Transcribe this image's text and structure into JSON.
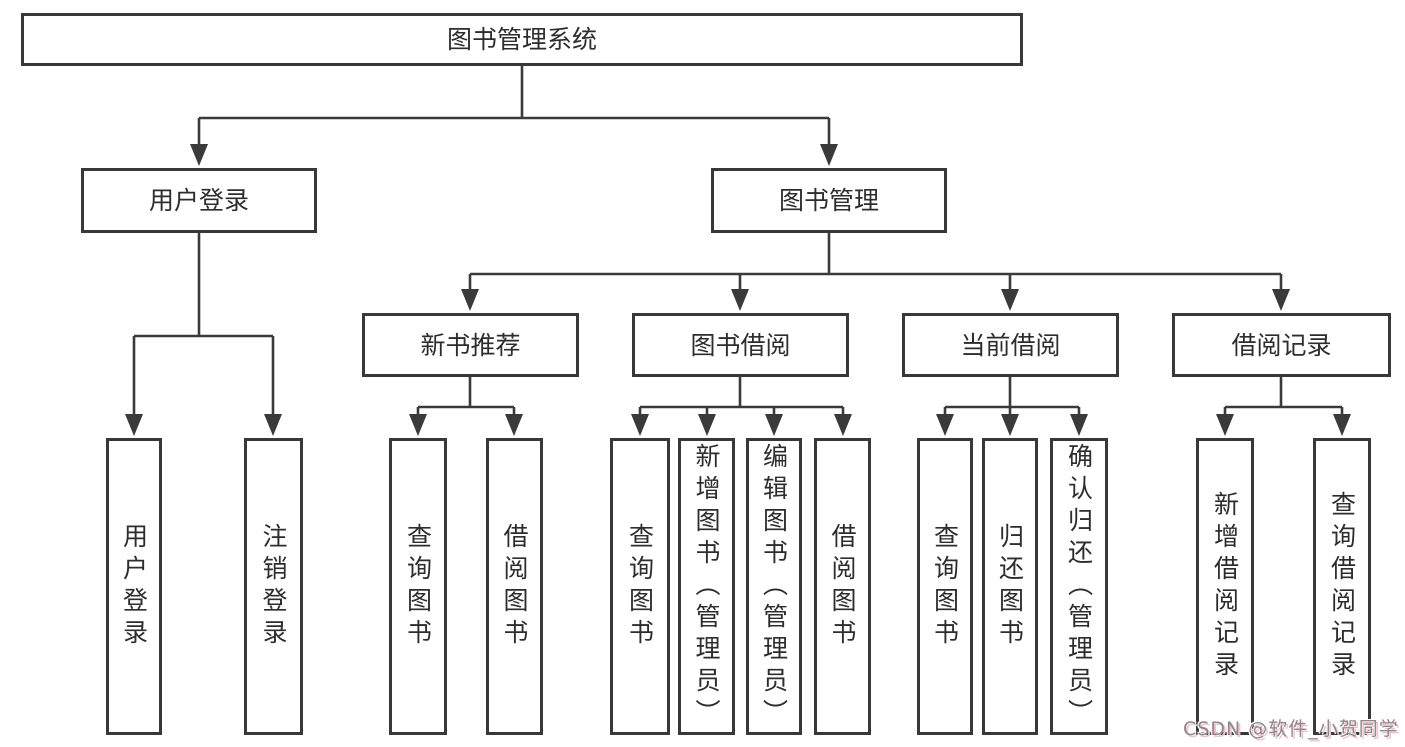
{
  "diagram": {
    "root": {
      "label": "图书管理系统"
    },
    "level1": [
      {
        "label": "用户登录"
      },
      {
        "label": "图书管理"
      }
    ],
    "level2": [
      {
        "label": "新书推荐"
      },
      {
        "label": "图书借阅"
      },
      {
        "label": "当前借阅"
      },
      {
        "label": "借阅记录"
      }
    ],
    "leaves": [
      {
        "label": "用户登录"
      },
      {
        "label": "注销登录"
      },
      {
        "label": "查询图书"
      },
      {
        "label": "借阅图书"
      },
      {
        "label": "查询图书"
      },
      {
        "label": "新增图书（管理员）"
      },
      {
        "label": "编辑图书（管理员）"
      },
      {
        "label": "借阅图书"
      },
      {
        "label": "查询图书"
      },
      {
        "label": "归还图书"
      },
      {
        "label": "确认归还（管理员）"
      },
      {
        "label": "新增借阅记录"
      },
      {
        "label": "查询借阅记录"
      }
    ]
  },
  "colors": {
    "line": "#3a3a3a",
    "box_border": "#383838",
    "box_fill": "#ffffff",
    "text": "#2d2d2d",
    "watermark_text": "#8a8a8a",
    "watermark_shadow": "#f6bfcb"
  },
  "watermark": {
    "text": "CSDN @软件_小贺同学"
  }
}
